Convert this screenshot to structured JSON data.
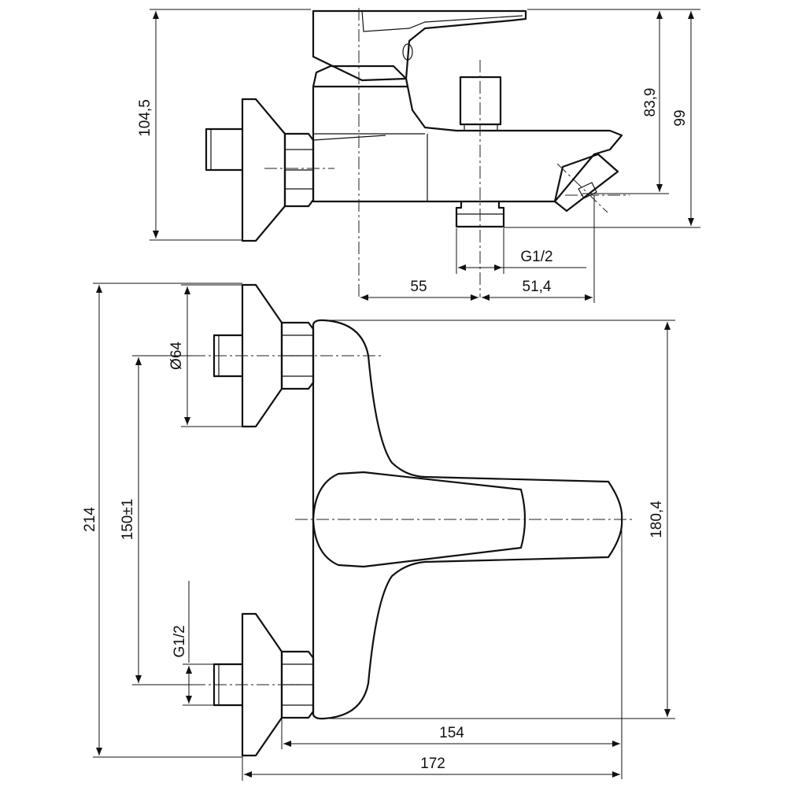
{
  "drawing": {
    "dimensions": {
      "mixer_height": "104,5",
      "spout_height": "83,9",
      "overall_height": "99",
      "outlet_thread": "G1/2",
      "outlet_offset": "55",
      "spout_offset": "51,4",
      "rosette_diameter": "Ø64",
      "overall_length": "214",
      "inlet_spacing": "150±1",
      "inlet_thread": "G1/2",
      "body_length": "180,4",
      "body_projection": "154",
      "overall_projection": "172"
    }
  }
}
